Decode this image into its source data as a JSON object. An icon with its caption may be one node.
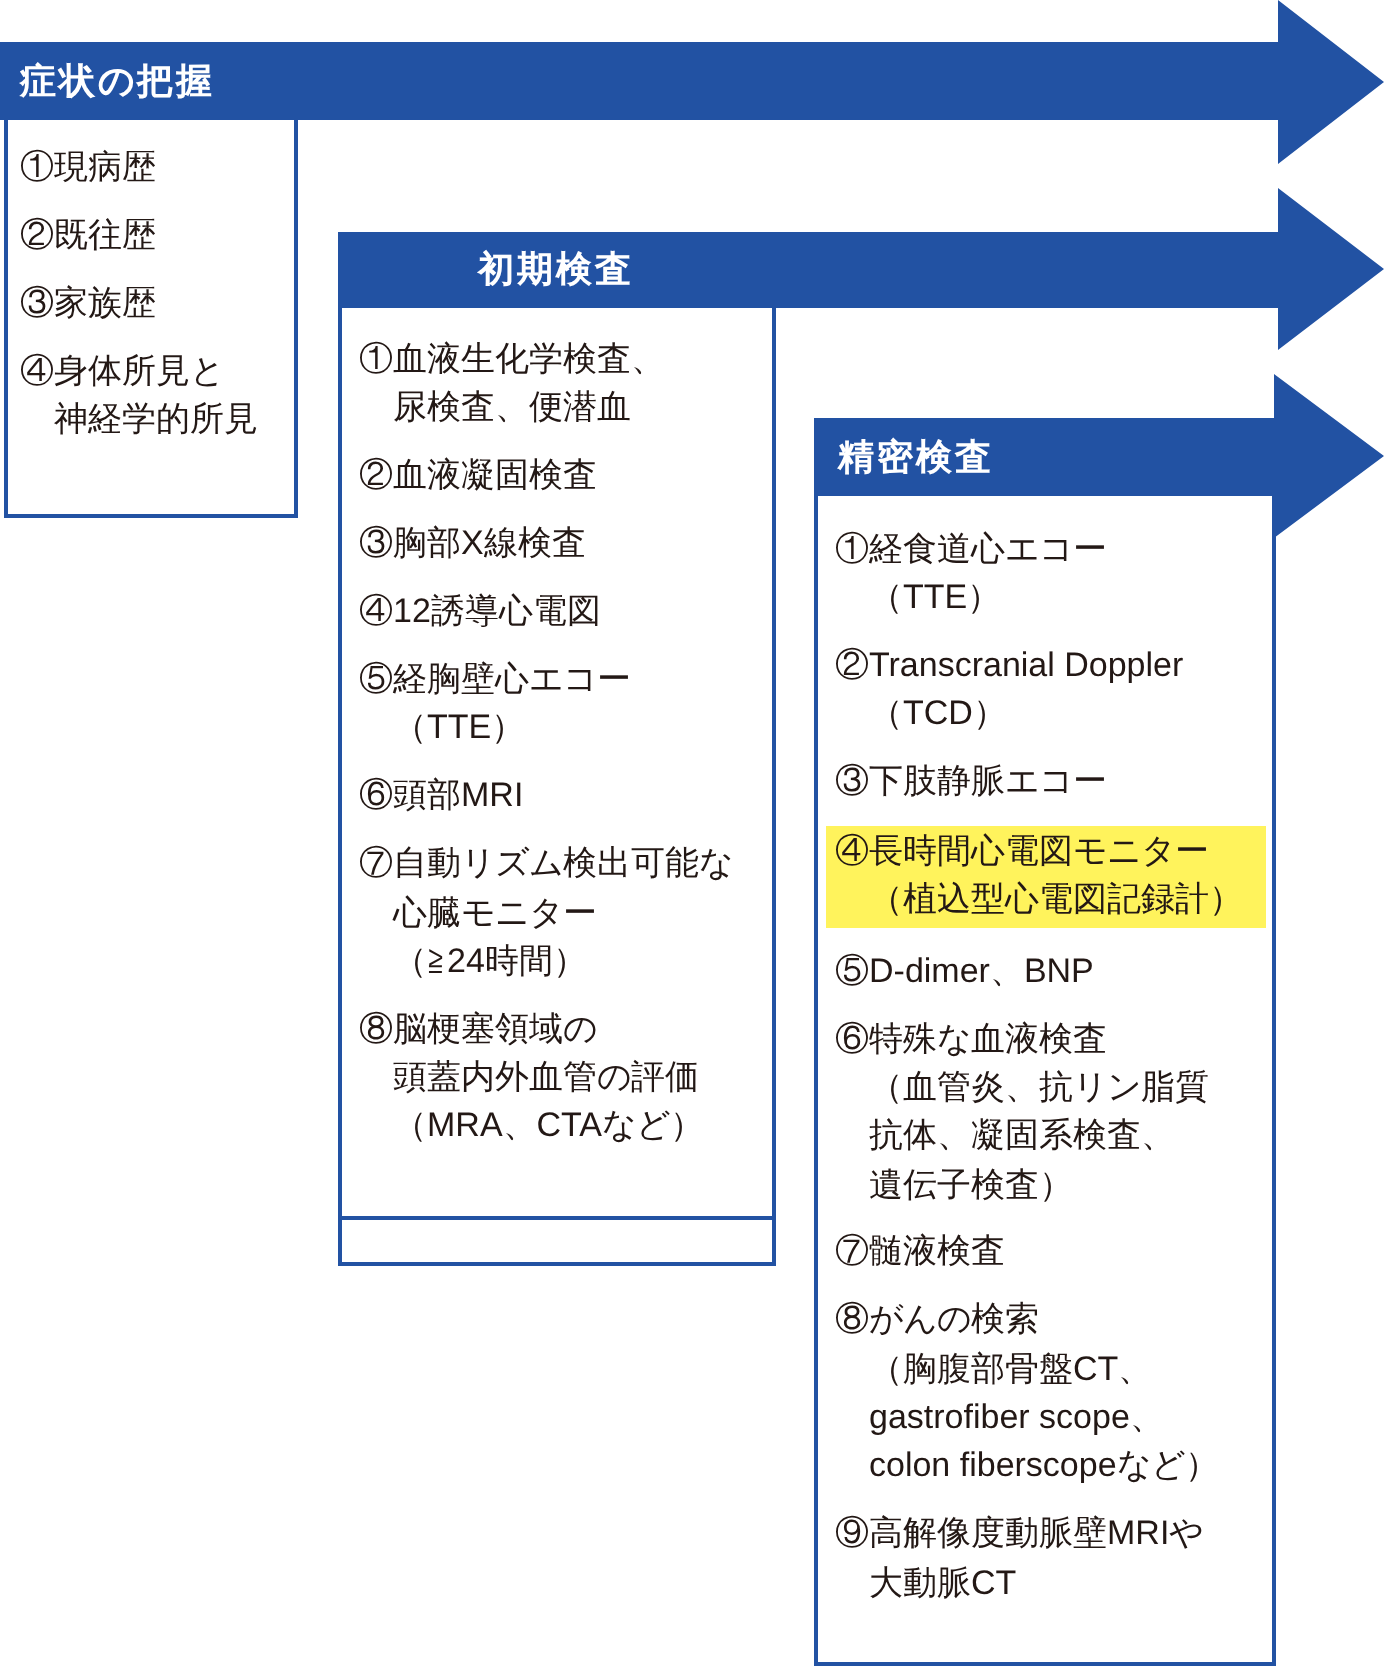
{
  "diagram": {
    "nodes": [
      {
        "text": [
          "症状の把握"
        ]
      },
      {
        "text": [
          "①現病歴",
          "②既往歴",
          "③家族歴",
          "④身体所見と神経学的所見"
        ]
      },
      {
        "text": [
          "初期検査"
        ]
      },
      {
        "text": [
          "①血液生化学検査、尿検査、便潜血",
          "②血液凝固検査",
          "③胸部X線検査",
          "④12誘導心電図",
          "⑤経胸壁心エコー（TTE）",
          "⑥頭部MRI",
          "⑦自動リズム検出可能な心臓モニター（≧24時間）",
          "⑧脳梗塞領域の頭蓋内外血管の評価（MRA、CTAなど）"
        ]
      },
      {
        "text": [
          "精密検査"
        ]
      },
      {
        "text": [
          "①経食道心エコー（TTE）",
          "②Transcranial Doppler（TCD）",
          "③下肢静脈エコー",
          "⑤D-dimer、BNP",
          "⑥特殊な血液検査（血管炎、抗リン脂質抗体、凝固系検査、遺伝子検査）",
          "⑦髄液検査",
          "⑧がんの検索（胸腹部骨盤CT、gastrofiber scope、colon fiberscopeなど）",
          "⑨高解像度動脈壁MRIや大動脈CT"
        ]
      },
      {
        "text": [
          "④長時間心電図モニター（植込型心電図記録計）"
        ],
        "in": 5
      }
    ]
  }
}
